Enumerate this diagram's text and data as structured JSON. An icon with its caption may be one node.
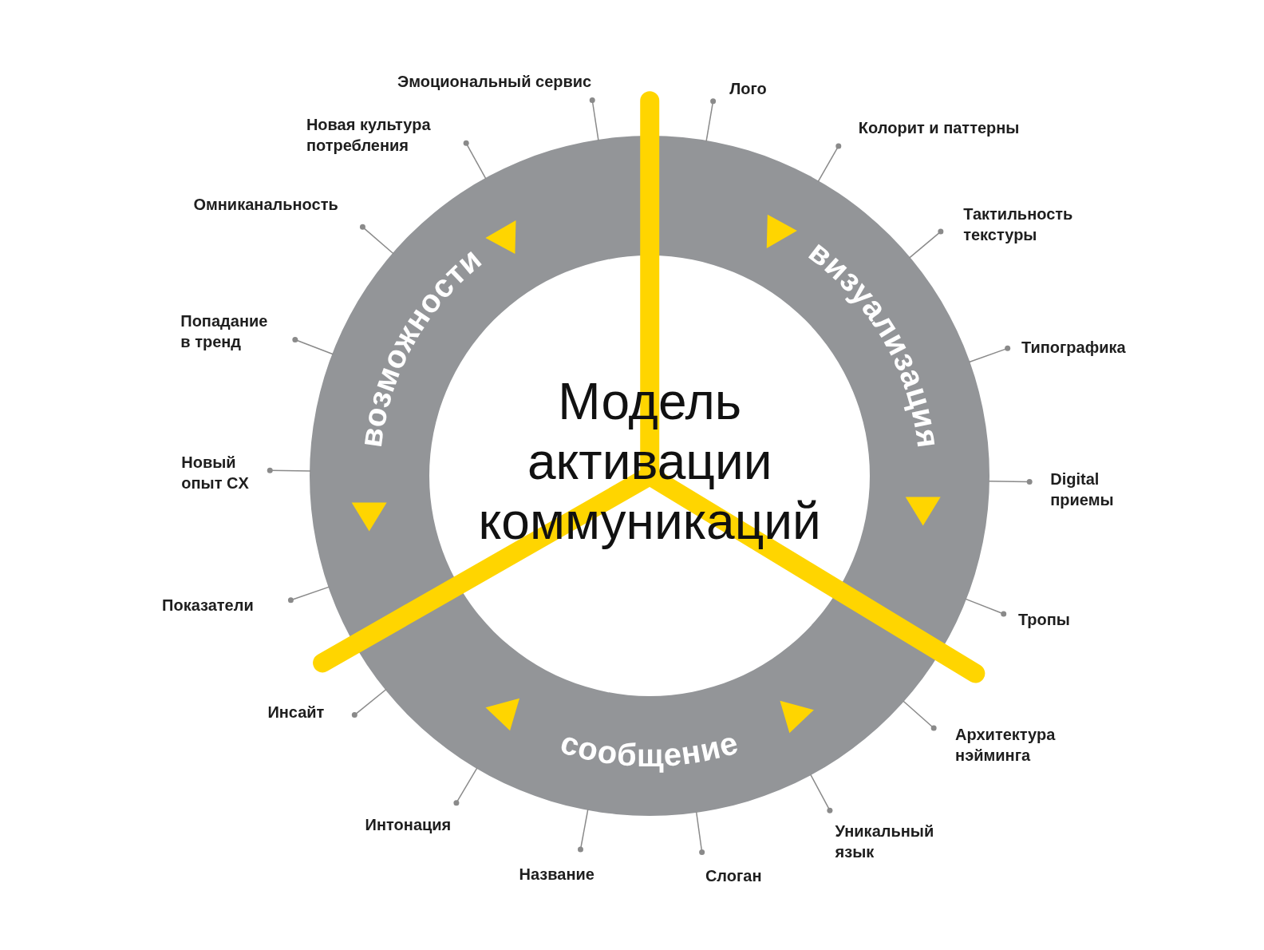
{
  "diagram": {
    "nodes": [
      {
        "text": [
          "Модель активации коммуникаций"
        ],
        "in": 1
      },
      {
        "text": [
          "возможности",
          "визуализация",
          "сообщение"
        ]
      },
      {
        "text": [
          "Эмоциональный сервис"
        ]
      },
      {
        "text": [
          "Лого"
        ]
      },
      {
        "text": [
          "Колорит и паттерны"
        ]
      },
      {
        "text": [
          "Тактильность текстуры"
        ]
      },
      {
        "text": [
          "Типографика"
        ]
      },
      {
        "text": [
          "Digital приемы"
        ]
      },
      {
        "text": [
          "Тропы"
        ]
      },
      {
        "text": [
          "Архитектура нэйминга"
        ]
      },
      {
        "text": [
          "Уникальный язык"
        ]
      },
      {
        "text": [
          "Слоган"
        ]
      },
      {
        "text": [
          "Название"
        ]
      },
      {
        "text": [
          "Интонация"
        ]
      },
      {
        "text": [
          "Инсайт"
        ]
      },
      {
        "text": [
          "Показатели"
        ]
      },
      {
        "text": [
          "Новый опыт CX"
        ]
      },
      {
        "text": [
          "Попадание в тренд"
        ]
      },
      {
        "text": [
          "Омниканальность"
        ]
      },
      {
        "text": [
          "Новая культура потребления"
        ]
      }
    ],
    "edges": [
      {
        "from": 2,
        "to": 1,
        "arrow": "other"
      },
      {
        "from": 3,
        "to": 1,
        "arrow": "other"
      },
      {
        "from": 4,
        "to": 1,
        "arrow": "other"
      },
      {
        "from": 5,
        "to": 1,
        "arrow": "other"
      },
      {
        "from": 6,
        "to": 1,
        "arrow": "other"
      },
      {
        "from": 7,
        "to": 1,
        "arrow": "other"
      },
      {
        "from": 8,
        "to": 1,
        "arrow": "other"
      },
      {
        "from": 9,
        "to": 1,
        "arrow": "other"
      },
      {
        "from": 10,
        "to": 1,
        "arrow": "other"
      },
      {
        "from": 11,
        "to": 1,
        "arrow": "other"
      },
      {
        "from": 12,
        "to": 1,
        "arrow": "other"
      },
      {
        "from": 13,
        "to": 1,
        "arrow": "other"
      },
      {
        "from": 14,
        "to": 1,
        "arrow": "other"
      },
      {
        "from": 15,
        "to": 1,
        "arrow": "other"
      },
      {
        "from": 16,
        "to": 1,
        "arrow": "other"
      },
      {
        "from": 17,
        "to": 1,
        "arrow": "other"
      },
      {
        "from": 18,
        "to": 1,
        "arrow": "other"
      },
      {
        "from": 19,
        "to": 1,
        "arrow": "other"
      }
    ]
  }
}
